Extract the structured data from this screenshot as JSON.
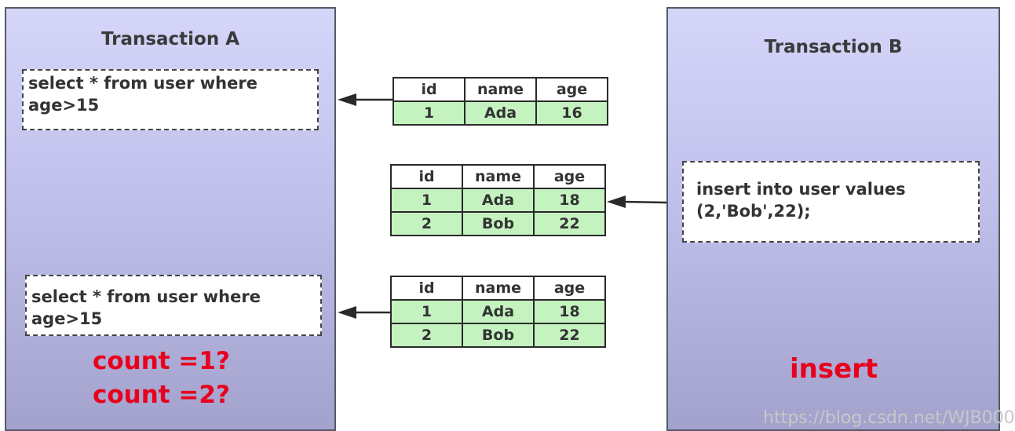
{
  "transaction_a": {
    "title": "Transaction A",
    "query_1": {
      "line1": "select * from user where",
      "line2": "age>15"
    },
    "query_2": {
      "line1": "select * from user where",
      "line2": "age>15"
    },
    "count_question_1": "count =1?",
    "count_question_2": "count =2?"
  },
  "transaction_b": {
    "title": "Transaction B",
    "statement": {
      "line1": "insert into user values",
      "line2": "(2,'Bob',22);"
    },
    "action_label": "insert"
  },
  "tables": [
    {
      "headers": [
        "id",
        "name",
        "age"
      ],
      "rows": [
        [
          "1",
          "Ada",
          "16"
        ]
      ]
    },
    {
      "headers": [
        "id",
        "name",
        "age"
      ],
      "rows": [
        [
          "1",
          "Ada",
          "18"
        ],
        [
          "2",
          "Bob",
          "22"
        ]
      ]
    },
    {
      "headers": [
        "id",
        "name",
        "age"
      ],
      "rows": [
        [
          "1",
          "Ada",
          "18"
        ],
        [
          "2",
          "Bob",
          "22"
        ]
      ]
    }
  ],
  "watermark": "https://blog.csdn.net/WJB000",
  "colors": {
    "highlight_red": "#e8001c",
    "row_green": "#c5f3c0",
    "panel_lavender": "#c0c0ec"
  }
}
